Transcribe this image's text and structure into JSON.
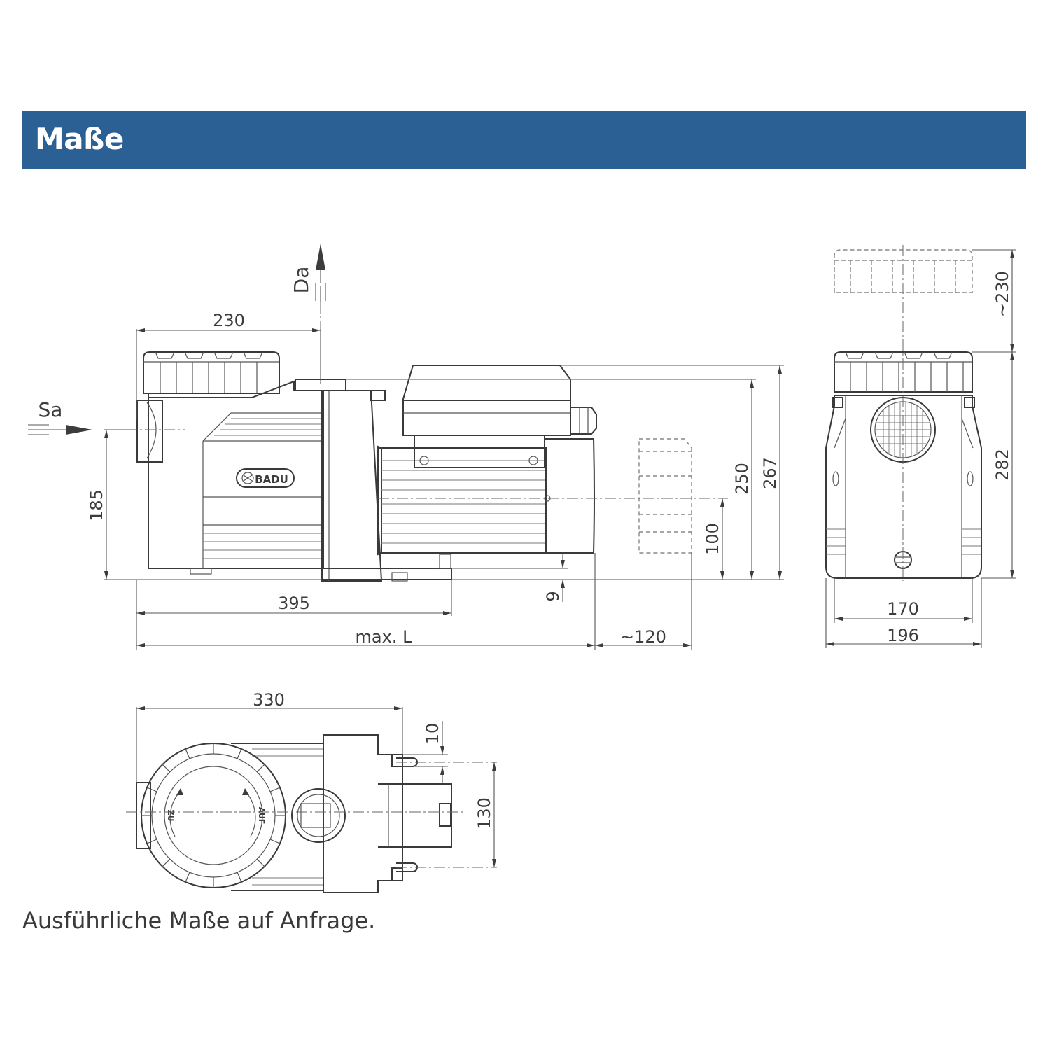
{
  "header": {
    "title": "Maße"
  },
  "footnote": "Ausführliche Maße auf Anfrage.",
  "side_view": {
    "label_da": "Da",
    "label_sa": "Sa",
    "brand_logo": "BADU",
    "dim_230": "230",
    "dim_185": "185",
    "dim_395": "395",
    "dim_max_l": "max. L",
    "dim_120": "~120",
    "dim_9": "9",
    "dim_100": "100",
    "dim_250": "250",
    "dim_267": "267"
  },
  "front_view": {
    "dim_230": "~230",
    "dim_282": "282",
    "dim_170": "170",
    "dim_196": "196"
  },
  "top_view": {
    "dim_330": "330",
    "dim_10": "10",
    "dim_130": "130",
    "lid_text_left": "ZU",
    "lid_text_right": "AUF"
  },
  "icons": [
    "arrow-up-icon",
    "arrow-right-icon",
    "badu-logo-icon"
  ]
}
